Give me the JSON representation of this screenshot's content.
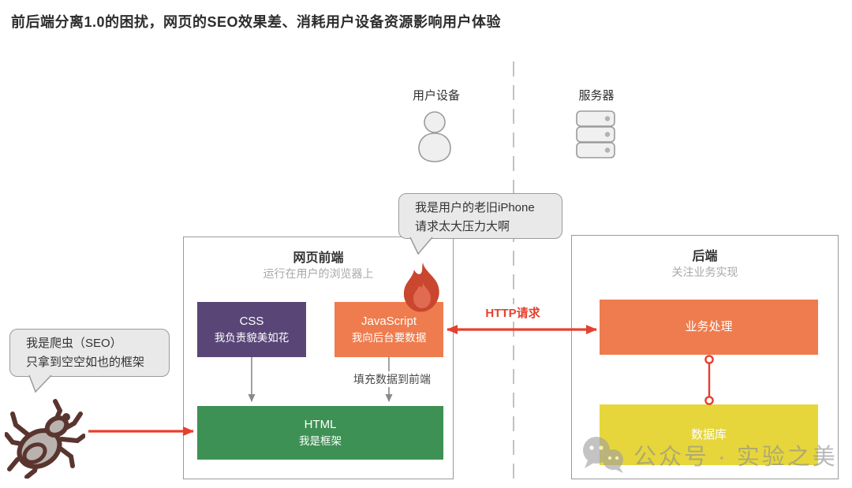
{
  "title": "前后端分离1.0的困扰，网页的SEO效果差、消耗用户设备资源影响用户体验",
  "lanes": {
    "device_label": "用户设备",
    "server_label": "服务器"
  },
  "bubbles": {
    "iphone": {
      "line1": "我是用户的老旧iPhone",
      "line2": "请求太大压力大啊"
    },
    "crawler": {
      "line1": "我是爬虫（SEO）",
      "line2": "只拿到空空如也的框架"
    }
  },
  "frontend": {
    "title": "网页前端",
    "subtitle": "运行在用户的浏览器上",
    "css_box": {
      "line1": "CSS",
      "line2": "我负责貌美如花",
      "color": "#594677"
    },
    "js_box": {
      "line1": "JavaScript",
      "line2": "我向后台要数据",
      "color": "#ee7c4e"
    },
    "html_box": {
      "line1": "HTML",
      "line2": "我是框架",
      "color": "#3e9155"
    },
    "fill_arrow_label": "填充数据到前端"
  },
  "backend": {
    "title": "后端",
    "subtitle": "关注业务实现",
    "business_label": "业务处理",
    "business_color": "#ee7c4e",
    "database_label": "数据库",
    "database_color": "#e6d63c"
  },
  "http_label": "HTTP请求",
  "watermark": {
    "text": "公众号 · 实验之美"
  },
  "colors": {
    "accent_red": "#e6402e",
    "arrow_gray": "#8a8a8a",
    "dashed_line": "#b3b3b3",
    "bubble_fill": "#e9e9e9",
    "border_gray": "#9a9a9a",
    "flame_outer": "#c9472f",
    "flame_inner": "#e06b50"
  }
}
